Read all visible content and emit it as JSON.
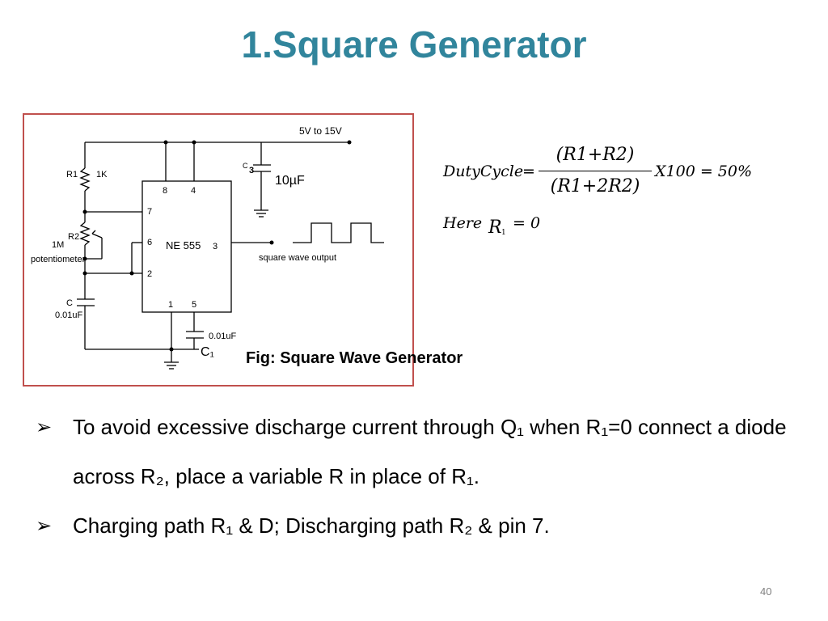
{
  "slide": {
    "title": "1.Square Generator",
    "page_number": "40"
  },
  "circuit": {
    "supply": "5V to 15V",
    "ic_name": "NE 555",
    "pins": {
      "p8": "8",
      "p4": "4",
      "p7": "7",
      "p6": "6",
      "p2": "2",
      "p3": "3",
      "p1": "1",
      "p5": "5"
    },
    "r1_label": "R1",
    "r1_value": "1K",
    "r2_label": "R2",
    "r2_value_line1": "1M",
    "r2_value_line2": "potentiometer",
    "c_label": "C",
    "c_value": "0.01uF",
    "c3_label": "C",
    "c3_sub": "3",
    "c3_value": "10µF",
    "c1_value": "0.01uF",
    "c1_label": "C₁",
    "output_label": "square wave output"
  },
  "formula": {
    "lhs": "DutyCycle",
    "eq": "=",
    "num": "(R1+R2)",
    "den": "(R1+2R2)",
    "times": "X100 = 50%",
    "here": "Here",
    "r1_zero": "R",
    "r1_sub": "1",
    "r1_eq": "= 0"
  },
  "caption": "Fig: Square Wave Generator",
  "bullets": [
    {
      "marker": "➢",
      "text": "To avoid excessive discharge current through Q₁ when R₁=0 connect a diode across R₂, place a variable R in place of R₁."
    },
    {
      "marker": "➢",
      "text": "Charging path R₁ & D; Discharging path R₂ & pin 7."
    }
  ],
  "colors": {
    "title": "#31859c",
    "frame": "#c0504d"
  }
}
